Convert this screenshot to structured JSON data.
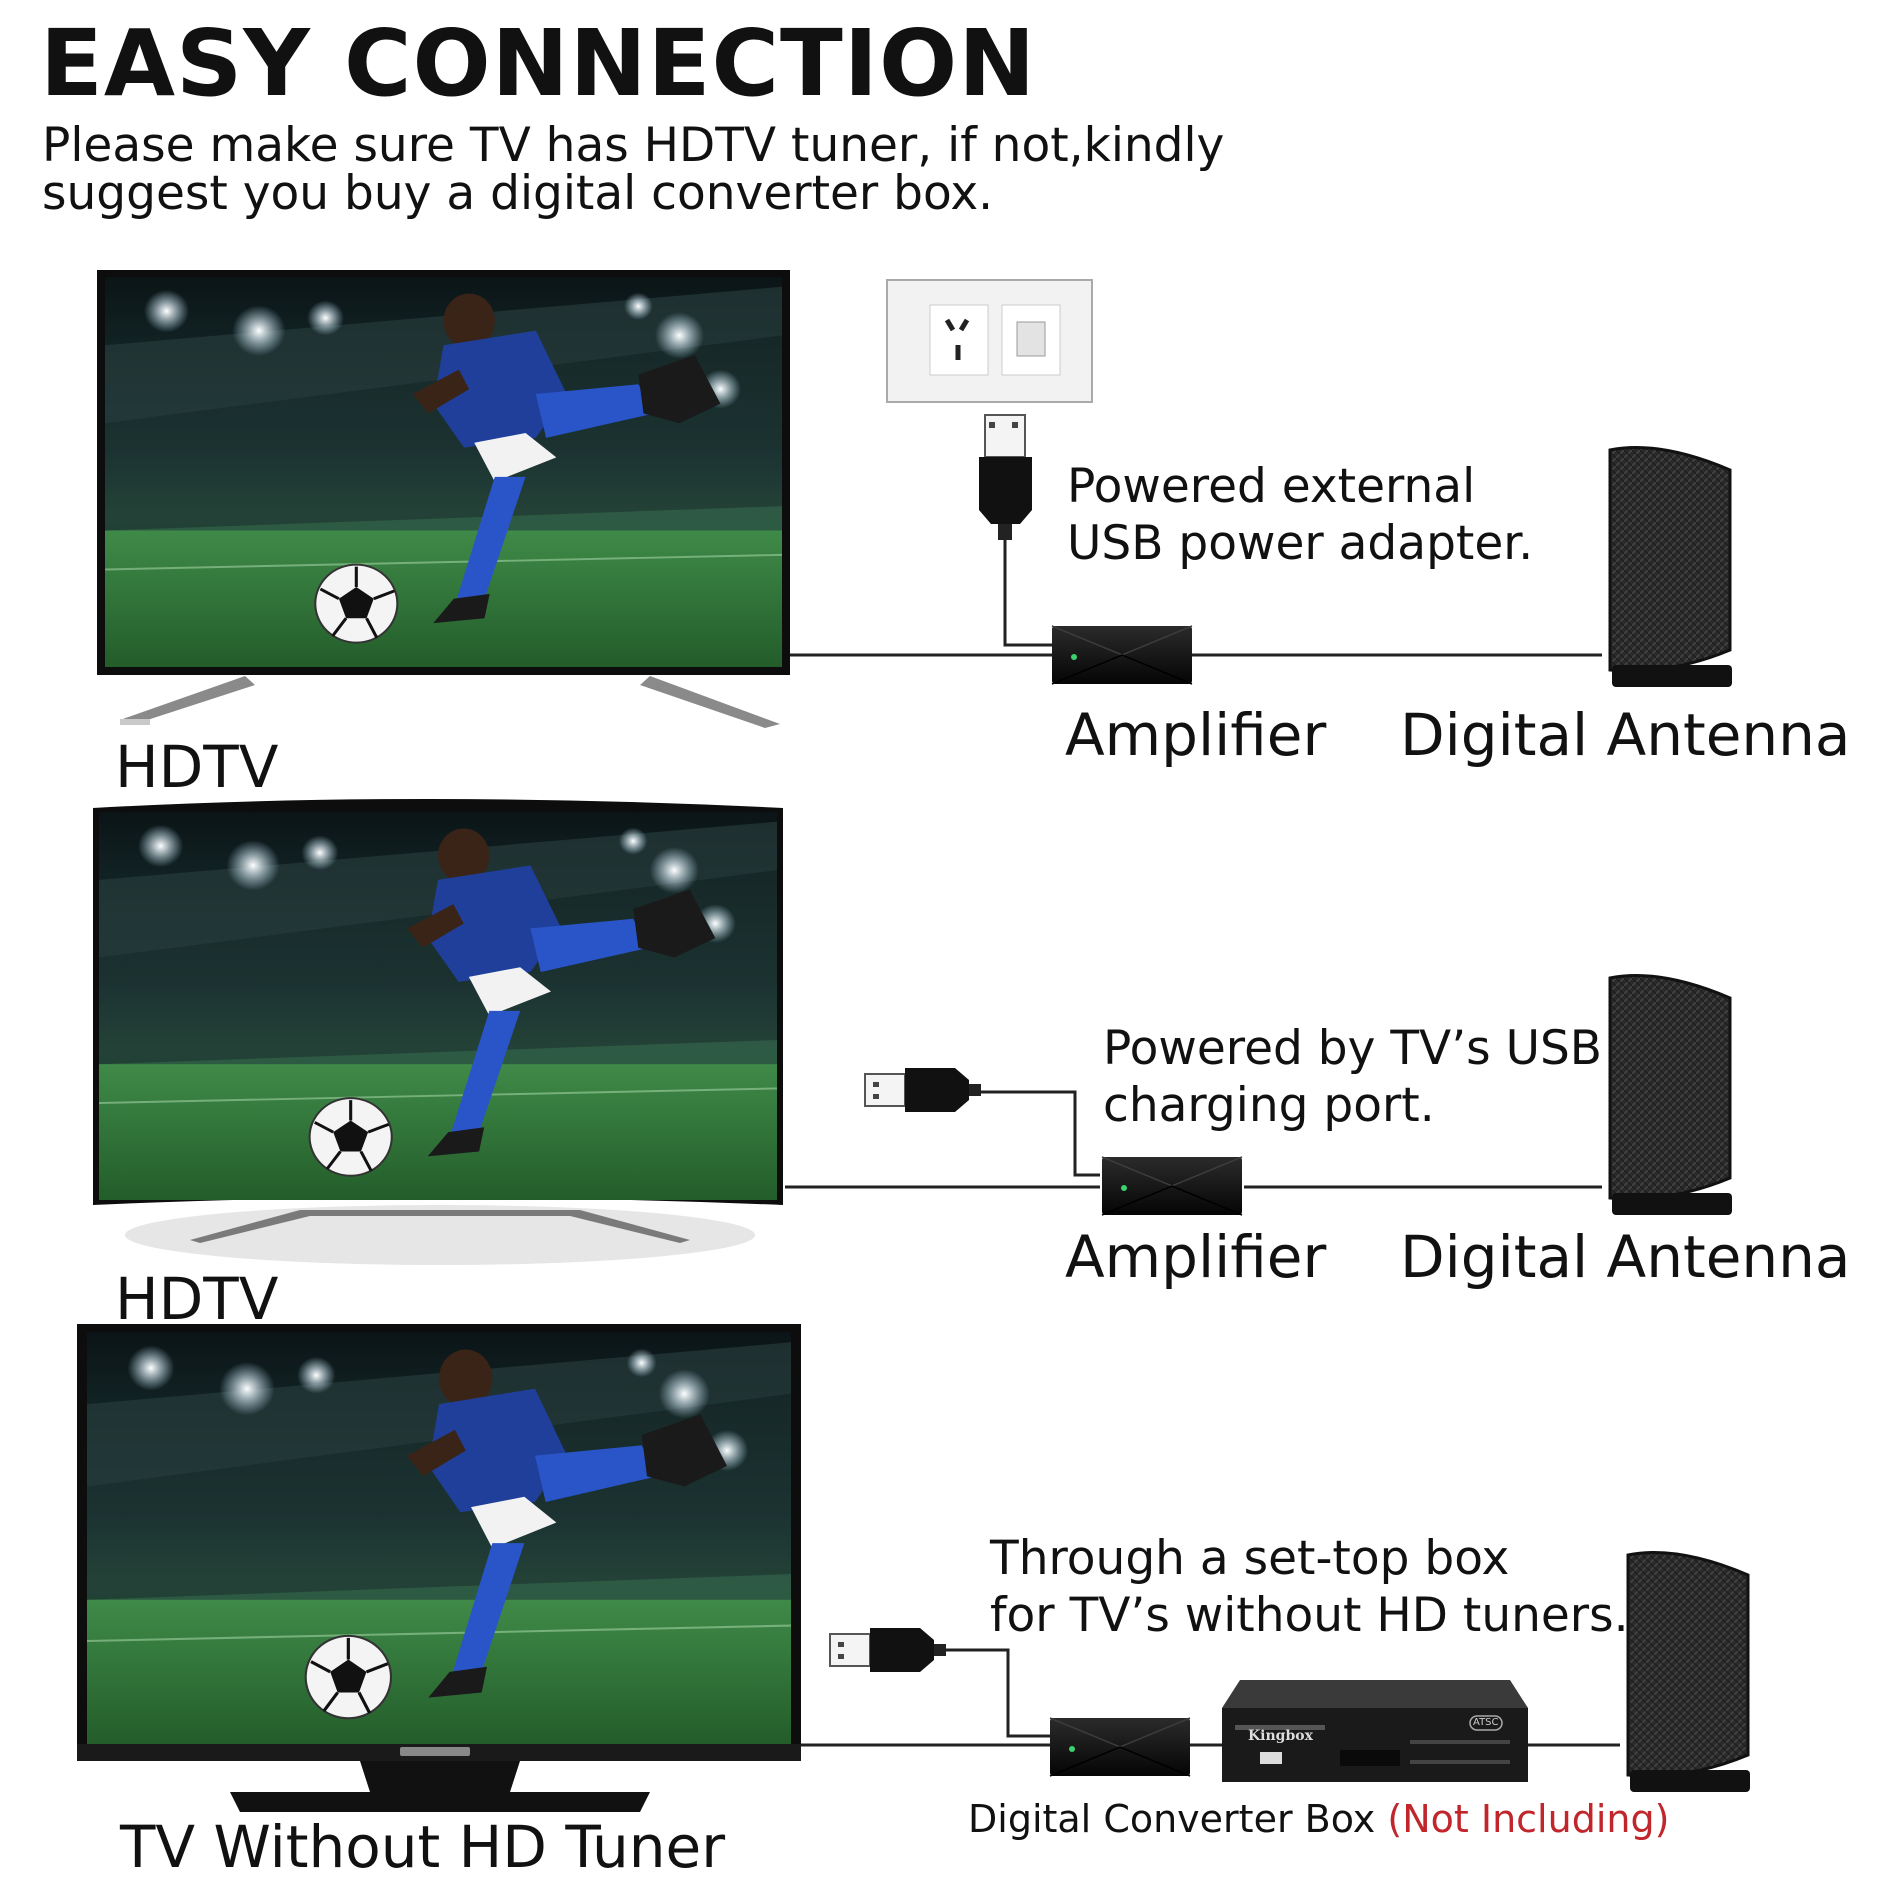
{
  "header": {
    "title": "EASY CONNECTION",
    "subtitle_line1": "Please make sure TV has HDTV tuner, if not,kindly",
    "subtitle_line2": "suggest you buy a digital converter box."
  },
  "setups": [
    {
      "tv_label": "HDTV",
      "power_note_line1": "Powered external",
      "power_note_line2": "USB power adapter.",
      "amplifier_label": "Amplifier",
      "antenna_label": "Digital Antenna"
    },
    {
      "tv_label": "HDTV",
      "power_note_line1": "Powered by TV’s USB",
      "power_note_line2": "charging port.",
      "amplifier_label": "Amplifier",
      "antenna_label": "Digital Antenna"
    },
    {
      "tv_label": "TV Without HD Tuner",
      "power_note_line1": "Through a set-top box",
      "power_note_line2": "for TV’s without HD tuners.",
      "converter_label": "Digital Converter Box",
      "converter_note": "(Not Including)",
      "box_brand": "Kingbox",
      "box_badge": "ATSC"
    }
  ],
  "colors": {
    "text": "#111111",
    "accent_red": "#c0262b",
    "pitch_green": "#2f7a3a",
    "stadium_dark": "#0e1a1c",
    "jersey_blue": "#1f3f9a"
  }
}
